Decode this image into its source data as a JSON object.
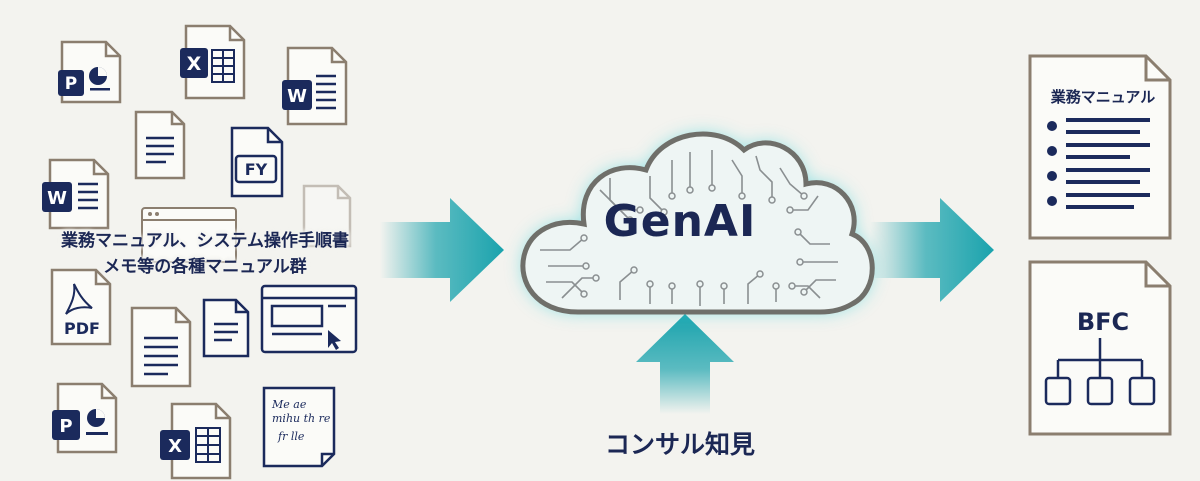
{
  "diagram": {
    "left_caption_line1": "業務マニュアル、システム操作手順書",
    "left_caption_line2": "メモ等の各種マニュアル群",
    "center_label": "GenAI",
    "bottom_input_label": "コンサル知見",
    "output_manual_title": "業務マニュアル",
    "output_bfc_title": "BFC",
    "colors": {
      "navy": "#1b2a5c",
      "teal": "#1aa3ad",
      "taupe": "#8b7e6f",
      "background": "#f3f3ef"
    },
    "icons": {
      "pptx_letter": "P",
      "xlsx_letter": "X",
      "docx_letter": "W",
      "fy_label": "FY",
      "pdf_label": "PDF",
      "handwritten_lines": [
        "Me ae",
        "mihu th re",
        "fr lle"
      ]
    }
  }
}
